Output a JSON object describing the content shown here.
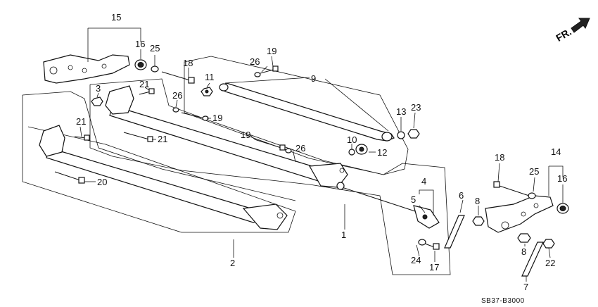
{
  "diagram": {
    "front_label": "FR.",
    "code": "SB37-B3000",
    "callouts": {
      "c1": "1",
      "c2": "2",
      "c3": "3",
      "c4": "4",
      "c5": "5",
      "c6": "6",
      "c7": "7",
      "c8a": "8",
      "c8b": "8",
      "c9": "9",
      "c10": "10",
      "c11": "11",
      "c12": "12",
      "c13": "13",
      "c14": "14",
      "c15": "15",
      "c16a": "16",
      "c16b": "16",
      "c17": "17",
      "c18a": "18",
      "c18b": "18",
      "c19a": "19",
      "c19b": "19",
      "c19c": "19",
      "c20": "20",
      "c21a": "21",
      "c21b": "21",
      "c21c": "21",
      "c22": "22",
      "c23": "23",
      "c24": "24",
      "c25a": "25",
      "c25b": "25",
      "c26a": "26",
      "c26b": "26",
      "c26c": "26"
    }
  }
}
